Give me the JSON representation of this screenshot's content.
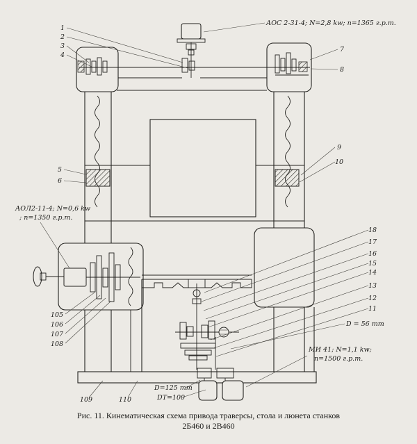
{
  "figure": {
    "caption_line1": "Рис. 11. Кинематическая схема привода траверсы, стола и люнета станков",
    "caption_line2": "2Б460 и 2В460"
  },
  "labels": {
    "motor_top": "АОС 2-31-4; N=2,8 kw; n=1365 г.р.m.",
    "motor_left_line1": "АОЛ2-11-4; N=0,6 kw",
    "motor_left_line2": "; n=1350 г.р.m.",
    "motor_bottom_line1": "МИ 41; N=1,1 kw;",
    "motor_bottom_line2": "n=1500 г.р.m.",
    "pulley_d56": "D = 56 mm",
    "pulley_d125": "D=125 mm",
    "pulley_dt100": "DT=100"
  },
  "callouts": {
    "c1": "1",
    "c2": "2",
    "c3": "3",
    "c4": "4",
    "c5": "5",
    "c6": "6",
    "c7": "7",
    "c8": "8",
    "c9": "9",
    "c10": "10",
    "c11": "11",
    "c12": "12",
    "c13": "13",
    "c14": "14",
    "c15": "15",
    "c16": "16",
    "c17": "17",
    "c18": "18",
    "c105": "105",
    "c106": "106",
    "c107": "107",
    "c108": "108",
    "c109": "109",
    "c110": "110"
  }
}
